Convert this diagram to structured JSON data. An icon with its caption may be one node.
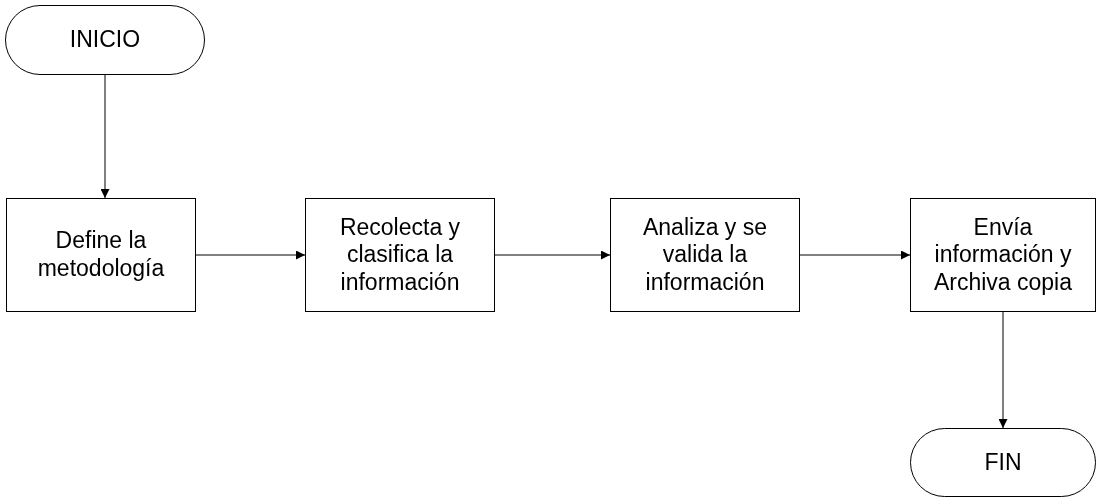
{
  "diagram": {
    "nodes": [
      {
        "text": [
          "INICIO"
        ]
      },
      {
        "text": [
          "Define la metodología"
        ]
      },
      {
        "text": [
          "Recolecta y clasifica la información"
        ]
      },
      {
        "text": [
          "Analiza y se valida la información"
        ]
      },
      {
        "text": [
          "Envía información y Archiva copia"
        ]
      },
      {
        "text": [
          "FIN"
        ]
      }
    ],
    "edges": [
      {
        "from": 0,
        "to": 1,
        "arrow": "to"
      },
      {
        "from": 1,
        "to": 2,
        "arrow": "to"
      },
      {
        "from": 2,
        "to": 3,
        "arrow": "to"
      },
      {
        "from": 3,
        "to": 4,
        "arrow": "to"
      },
      {
        "from": 4,
        "to": 5,
        "arrow": "to"
      }
    ]
  }
}
